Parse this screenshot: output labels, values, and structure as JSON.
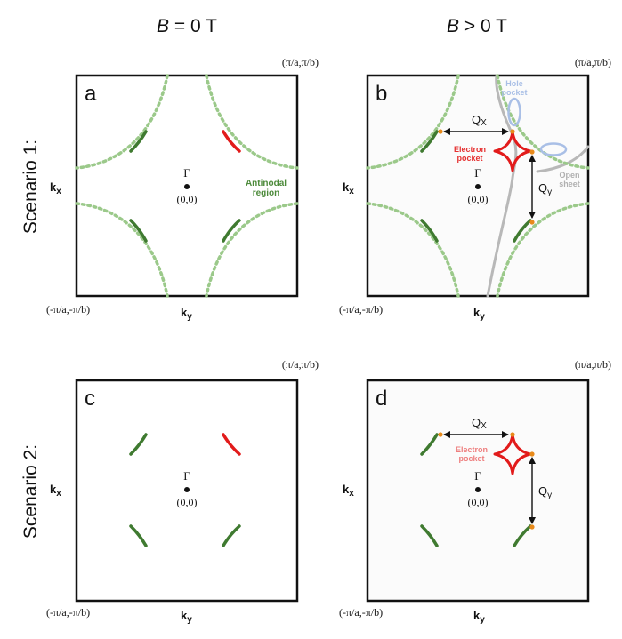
{
  "columns": {
    "left": "B = 0 T",
    "left_var": "B",
    "left_rest": " = 0 T",
    "right_var": "B",
    "right_rest": " > 0 T"
  },
  "rows": {
    "scenario1": "Scenario 1:",
    "scenario2": "Scenario 2:"
  },
  "axes": {
    "kx_main": "k",
    "kx_sub": "x",
    "ky_main": "k",
    "ky_sub": "y"
  },
  "corners": {
    "top_right": "(π/a,π/b)",
    "bottom_left": "(-π/a,-π/b)"
  },
  "gamma": {
    "symbol": "Γ",
    "coords": "(0,0)"
  },
  "panels": {
    "a": {
      "letter": "a",
      "antinodal_line1": "Antinodal",
      "antinodal_line2": "region"
    },
    "b": {
      "letter": "b",
      "qx_main": "Q",
      "qx_sub": "X",
      "qy_main": "Q",
      "qy_sub": "y",
      "electron_line1": "Electron",
      "electron_line2": "pocket",
      "hole_line1": "Hole",
      "hole_line2": "pocket",
      "open_line1": "Open",
      "open_line2": "sheet"
    },
    "c": {
      "letter": "c"
    },
    "d": {
      "letter": "d",
      "qx_main": "Q",
      "qx_sub": "X",
      "qy_main": "Q",
      "qy_sub": "y",
      "electron_line1": "Electron",
      "electron_line2": "pocket"
    }
  },
  "colors": {
    "arc_green": "#3f7a30",
    "dotted_green": "#9bc98a",
    "arc_red": "#e21b1b",
    "electron_label": "#e53030",
    "electron_label_faded": "#ee7f7f",
    "hole_blue": "#a9bfe6",
    "open_gray": "#b8b8b8",
    "orange_dot": "#e88a1a",
    "antinodal_text": "#4c8a3a"
  }
}
